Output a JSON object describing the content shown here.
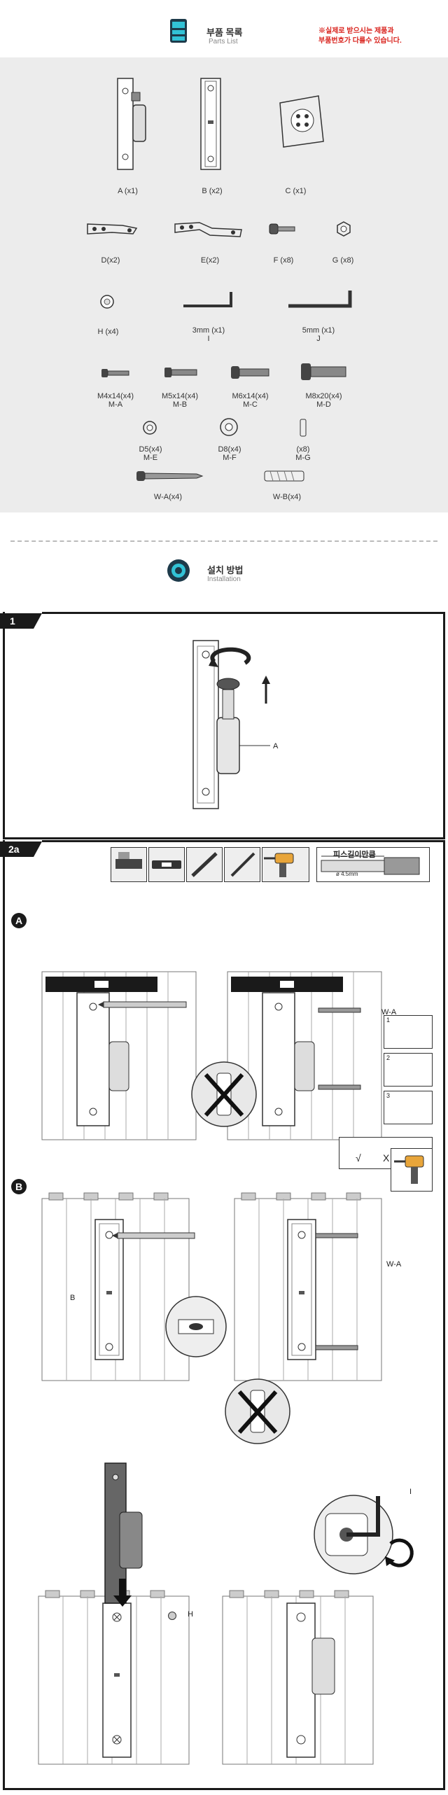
{
  "header": {
    "parts_title": "부품 목록",
    "parts_subtitle": "Parts List",
    "note_line1": "※실제로 받으시는 제품과",
    "note_line2": "부품번호가 다를수 있습니다."
  },
  "parts": {
    "a": "A (x1)",
    "b": "B (x2)",
    "c": "C (x1)",
    "d": "D(x2)",
    "e": "E(x2)",
    "f": "F (x8)",
    "g": "G (x8)",
    "h": "H (x4)",
    "i_line1": "3mm (x1)",
    "i_line2": "I",
    "j_line1": "5mm (x1)",
    "j_line2": "J",
    "ma_line1": "M4x14(x4)",
    "ma_line2": "M-A",
    "mb_line1": "M5x14(x4)",
    "mb_line2": "M-B",
    "mc_line1": "M6x14(x4)",
    "mc_line2": "M-C",
    "md_line1": "M8x20(x4)",
    "md_line2": "M-D",
    "me_line1": "D5(x4)",
    "me_line2": "M-E",
    "mf_line1": "D8(x4)",
    "mf_line2": "M-F",
    "mg_line1": "(x8)",
    "mg_line2": "M-G",
    "wa": "W-A(x4)",
    "wb": "W-B(x4)"
  },
  "installation": {
    "title": "설치 방법",
    "subtitle": "Installation"
  },
  "step1": {
    "number": "1",
    "label_a": "A"
  },
  "step2a": {
    "number": "2a",
    "depth_label": "피스길이만큼",
    "drill_size": "ø 4.5mm",
    "section_a": "A",
    "section_b": "B",
    "label_wa_1": "W-A",
    "label_wa_2": "W-A",
    "label_b": "B",
    "label_h": "H",
    "label_i": "I",
    "check_ok": "√",
    "check_x1": "X",
    "check_x2": "X",
    "inset1": "1",
    "inset2": "2",
    "inset3": "3"
  }
}
